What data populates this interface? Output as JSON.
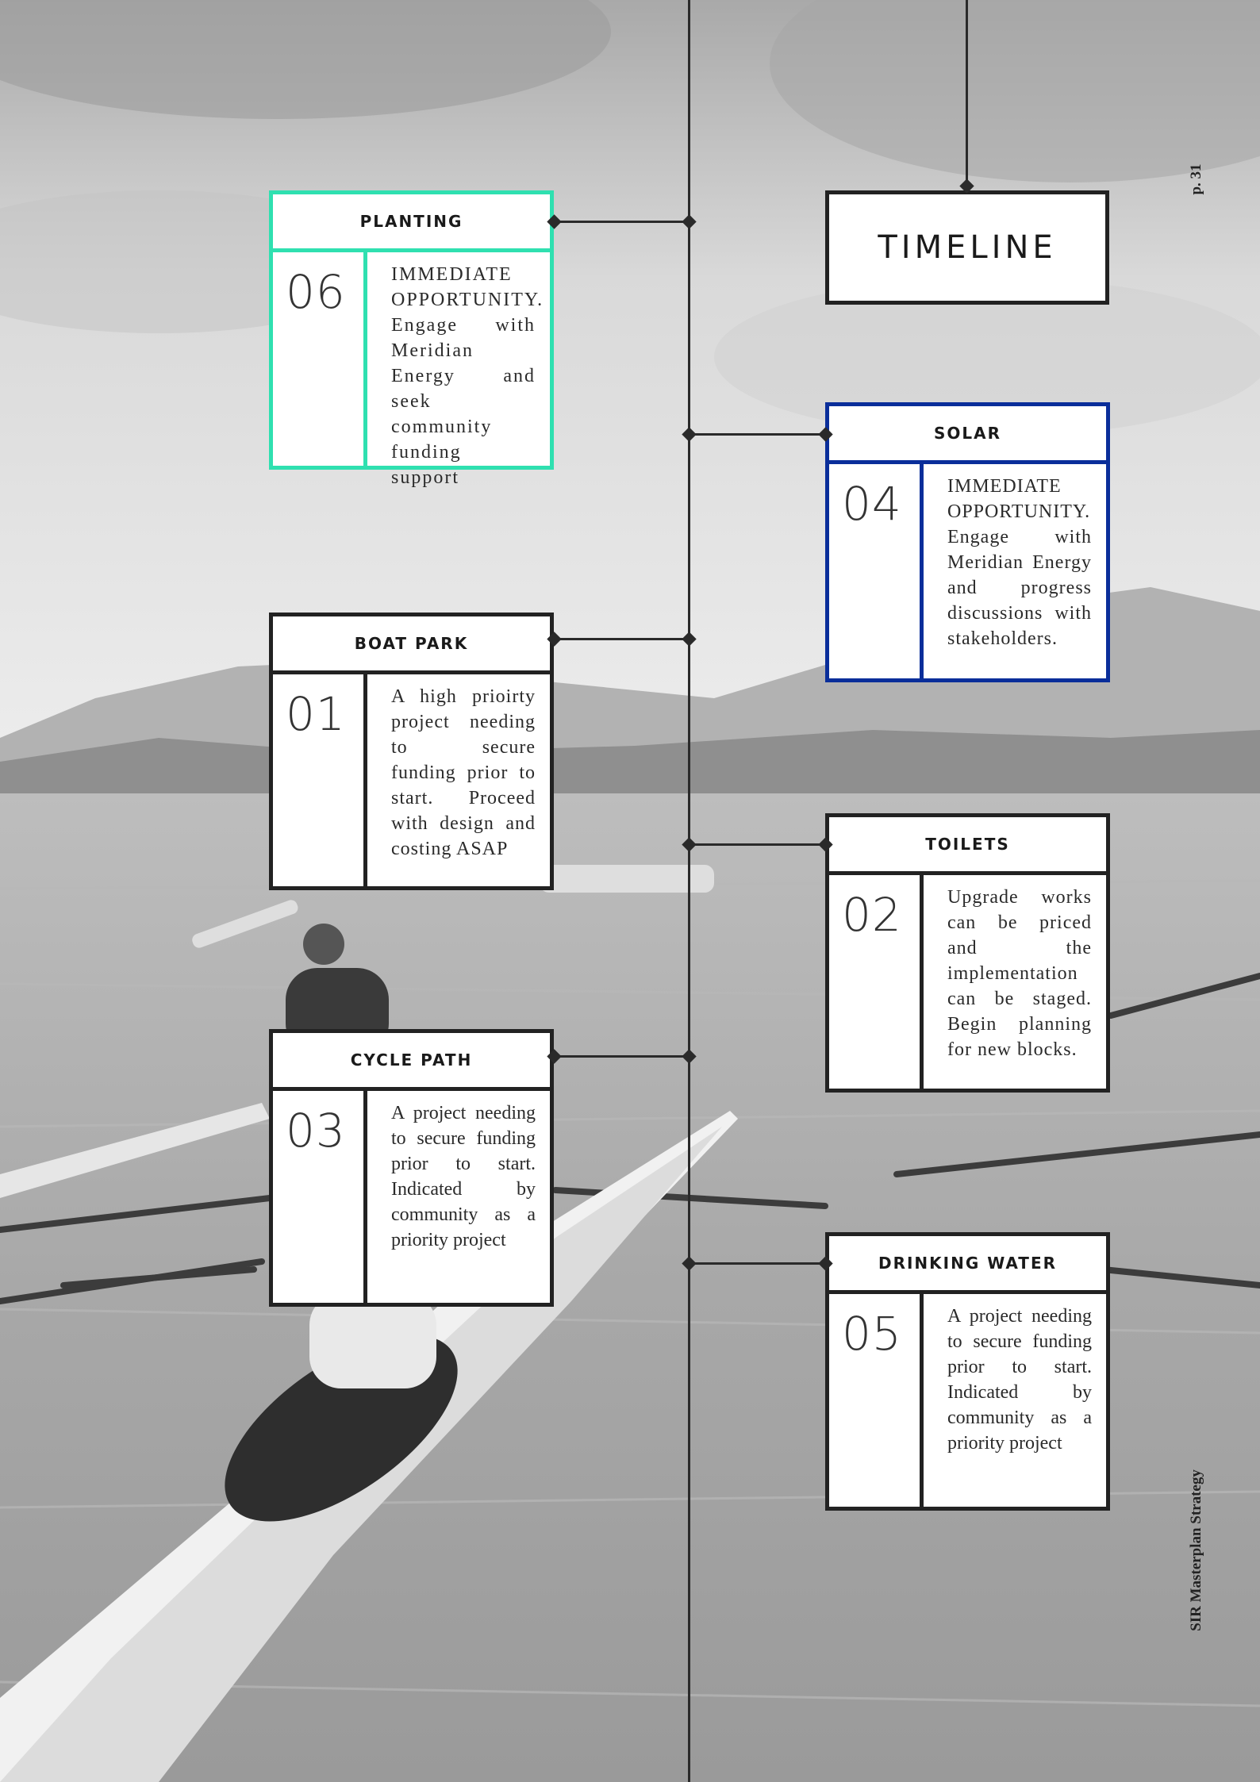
{
  "page": {
    "title": "TIMELINE",
    "page_number": "p. 31",
    "footer": "SIR Masterplan Strategy"
  },
  "colors": {
    "planting_accent": "#2fe0b0",
    "solar_accent": "#0a2e9a",
    "default_border": "#222222"
  },
  "items": {
    "planting": {
      "label": "PLANTING",
      "number": "06",
      "text": "IMMEDIATE OPPORTUNITY. Engage with Meridian Energy and seek community funding support"
    },
    "solar": {
      "label": "SOLAR",
      "number": "04",
      "text": "IMMEDIATE OPPORTUNITY. Engage with Meridian Energy and progress discussions with stakeholders."
    },
    "boat_park": {
      "label": "BOAT PARK",
      "number": "01",
      "text": "A high prioirty project needing to secure funding prior to start. Proceed with design and costing ASAP"
    },
    "toilets": {
      "label": "TOILETS",
      "number": "02",
      "text": "Upgrade works can be priced and the implementation can be staged. Begin planning for new blocks."
    },
    "cycle_path": {
      "label": "CYCLE PATH",
      "number": "03",
      "text": "A project needing to secure funding prior to start. Indicated by community as a priority project"
    },
    "drinking_water": {
      "label": "DRINKING WATER",
      "number": "05",
      "text": "A project needing to secure funding prior to start. Indicated by community as a priority project"
    }
  }
}
